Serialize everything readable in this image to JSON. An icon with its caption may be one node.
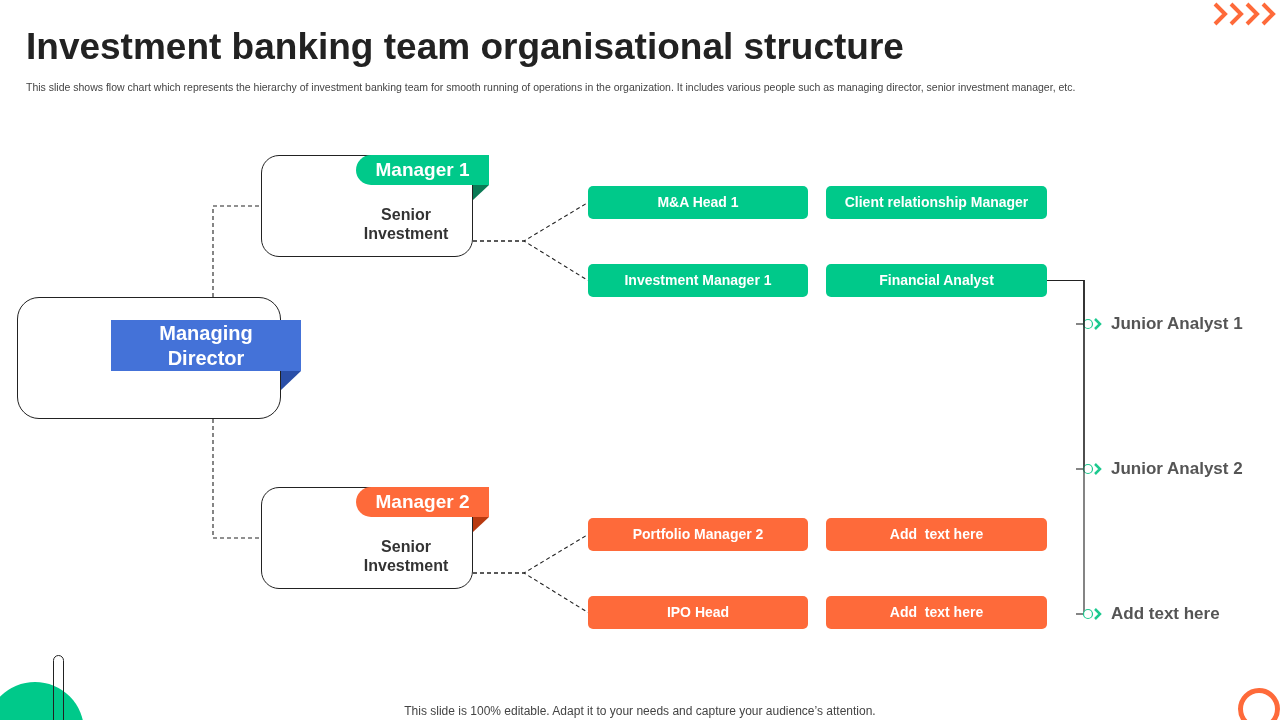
{
  "diagram": {
    "title": "Investment banking team organisational structure",
    "caption": "This slide shows flow chart which represents the hierarchy of investment banking team for smooth running of operations in the organization. It includes various people such as managing director, senior investment manager, etc.",
    "nodes": [
      {
        "text": [
          "Managing Director"
        ]
      },
      {
        "text": [
          "Manager 1",
          "Senior Investment"
        ]
      },
      {
        "text": [
          "M&A Head 1"
        ]
      },
      {
        "text": [
          "Client relationship Manager"
        ]
      },
      {
        "text": [
          "Investment Manager 1"
        ]
      },
      {
        "text": [
          "Financial Analyst"
        ]
      },
      {
        "text": [
          "Manager 2",
          "Senior Investment"
        ]
      },
      {
        "text": [
          "Portfolio Manager 2"
        ]
      },
      {
        "text": [
          "Add  text here"
        ]
      },
      {
        "text": [
          "IPO Head"
        ]
      },
      {
        "text": [
          "Add  text here"
        ]
      },
      {
        "text": [
          "Junior Analyst 1"
        ]
      },
      {
        "text": [
          "Junior Analyst 2"
        ]
      },
      {
        "text": [
          "Add text here"
        ]
      }
    ],
    "edges": [
      {
        "from": 0,
        "to": 1,
        "arrow": "none",
        "style": "dashed"
      },
      {
        "from": 0,
        "to": 6,
        "arrow": "none",
        "style": "dashed"
      },
      {
        "from": 1,
        "to": 2,
        "arrow": "none",
        "style": "dashed"
      },
      {
        "from": 1,
        "to": 4,
        "arrow": "none",
        "style": "dashed"
      },
      {
        "from": 6,
        "to": 7,
        "arrow": "none",
        "style": "dashed"
      },
      {
        "from": 6,
        "to": 9,
        "arrow": "none",
        "style": "dashed"
      },
      {
        "from": 5,
        "to": 11,
        "arrow": "to"
      },
      {
        "from": 5,
        "to": 12,
        "arrow": "to"
      },
      {
        "from": 5,
        "to": 13,
        "arrow": "to"
      }
    ],
    "labels": [
      "This slide is 100% editable. Adapt it to your needs and capture your audience’s attention."
    ]
  }
}
